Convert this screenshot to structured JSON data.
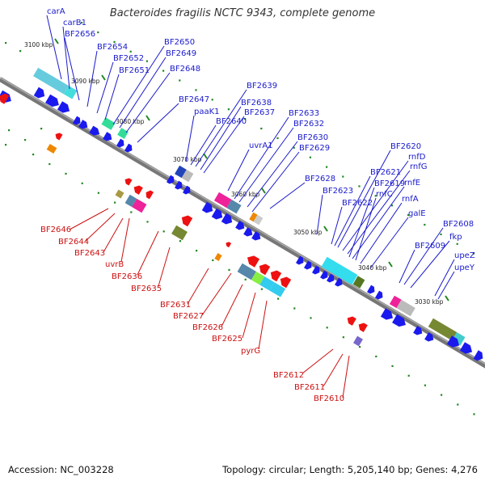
{
  "title": "Bacteroides fragilis NCTC 9343, complete genome",
  "footer": {
    "accession": "Accession: NC_003228",
    "summary": "Topology: circular; Length: 5,205,140 bp; Genes: 4,276"
  },
  "colors": {
    "forward_label": "#1a1acc",
    "reverse_label": "#cc1111",
    "backbone": "#777777",
    "forward_arrow": "#1a1aee",
    "reverse_arrow": "#ee1111",
    "tick": "#228822"
  },
  "ticks": [
    "3100 kbp",
    "3090 kbp",
    "3080 kbp",
    "3070 kbp",
    "3060 kbp",
    "3050 kbp",
    "3040 kbp",
    "3030 kbp"
  ],
  "forward_labels": [
    "carA",
    "carB1",
    "BF2656",
    "BF2654",
    "BF2652",
    "BF2651",
    "BF2650",
    "BF2649",
    "BF2648",
    "BF2647",
    "paaK1",
    "BF2640",
    "BF2639",
    "BF2638",
    "BF2637",
    "uvrA1",
    "BF2633",
    "BF2632",
    "BF2630",
    "BF2629",
    "BF2628",
    "BF2623",
    "BF2622",
    "BF2621",
    "BF2620",
    "rnfD",
    "rnfG",
    "BF2619",
    "rnfE",
    "rnfC",
    "rnfA",
    "galE",
    "BF2608",
    "BF2609",
    "fkp",
    "upeZ",
    "upeY"
  ],
  "reverse_labels": [
    "BF2646",
    "BF2644",
    "BF2643",
    "uvrB",
    "BF2636",
    "BF2635",
    "BF2631",
    "BF2627",
    "BF2626",
    "BF2625",
    "pyrG",
    "BF2612",
    "BF2611",
    "BF2610"
  ]
}
